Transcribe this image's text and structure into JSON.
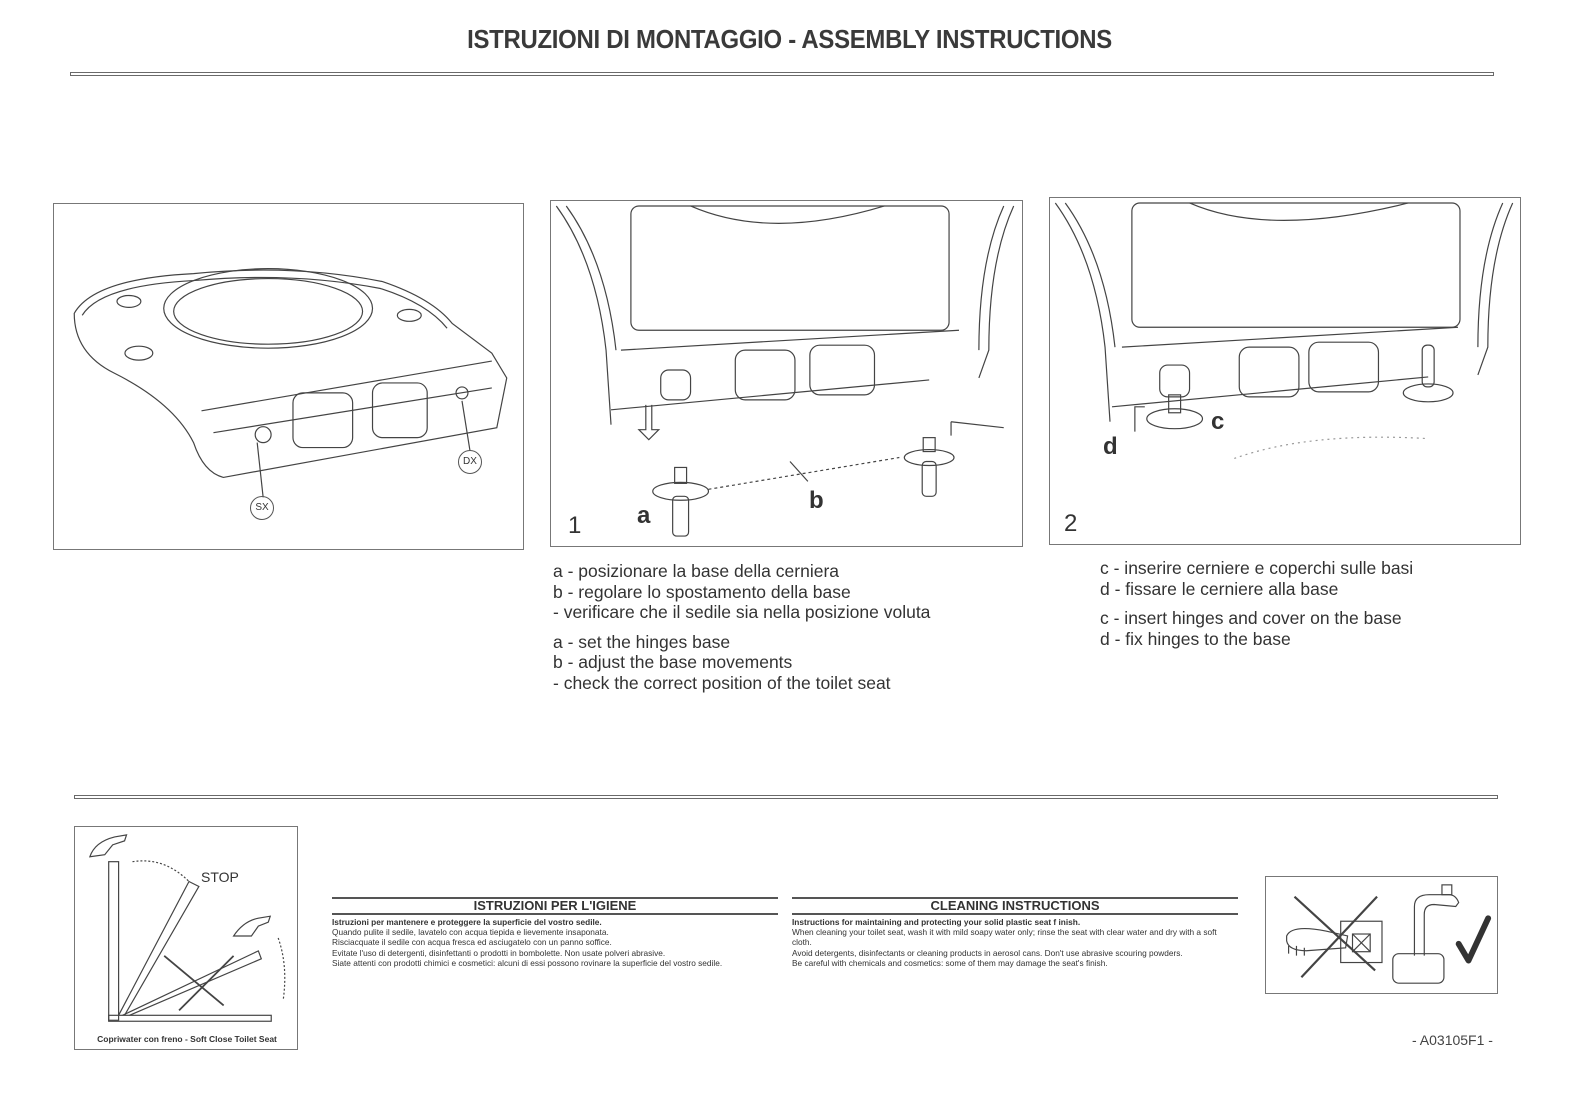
{
  "header": {
    "title": "ISTRUZIONI DI MONTAGGIO - ASSEMBLY INSTRUCTIONS"
  },
  "figures": {
    "overview": {
      "callouts": [
        {
          "label": "SX"
        },
        {
          "label": "DX"
        }
      ]
    },
    "step1": {
      "number": "1",
      "labels": {
        "a": "a",
        "b": "b"
      }
    },
    "step2": {
      "number": "2",
      "labels": {
        "c": "c",
        "d": "d"
      }
    }
  },
  "step1_text": {
    "italian": [
      "a - posizionare la base della cerniera",
      "b - regolare lo spostamento della base",
      "- verificare che il sedile sia nella posizione voluta"
    ],
    "english": [
      "a - set the hinges base",
      "b - adjust the base movements",
      "- check the correct position of the toilet seat"
    ]
  },
  "step2_text": {
    "italian": [
      "c - inserire cerniere e coperchi sulle basi",
      "d - fissare le cerniere alla base"
    ],
    "english": [
      "c - insert hinges and cover on the base",
      "d - fix hinges to the base"
    ]
  },
  "soft_close": {
    "stop_label": "STOP",
    "caption": "Copriwater con freno - Soft Close Toilet Seat"
  },
  "hygiene": {
    "heading": "ISTRUZIONI PER L'IGIENE",
    "lead": "Istruzioni per mantenere e proteggere la superficie del vostro sedile.",
    "lines": [
      "Quando pulite il sedile, lavatelo con acqua tiepida e lievemente insaponata.",
      "Risciacquate il sedile con acqua fresca ed asciugatelo con un panno soffice.",
      "Evitate l'uso di detergenti, disinfettanti o prodotti in bombolette. Non usate polveri abrasive.",
      "Siate attenti con prodotti chimici e cosmetici: alcuni di essi possono rovinare la superficie del vostro sedile."
    ]
  },
  "cleaning": {
    "heading": "CLEANING INSTRUCTIONS",
    "lead": "Instructions for maintaining and protecting your solid plastic seat f  inish.",
    "lines": [
      "When cleaning your toilet seat, wash it with mild soapy water only; rinse the seat with clear water and dry with a soft cloth.",
      "Avoid detergents, disinfectants or cleaning products in aerosol cans. Don't use abrasive scouring powders.",
      "Be careful with chemicals and cosmetics: some of them may damage the seat's finish."
    ]
  },
  "footer": {
    "document_id": "- A03105F1 -"
  }
}
